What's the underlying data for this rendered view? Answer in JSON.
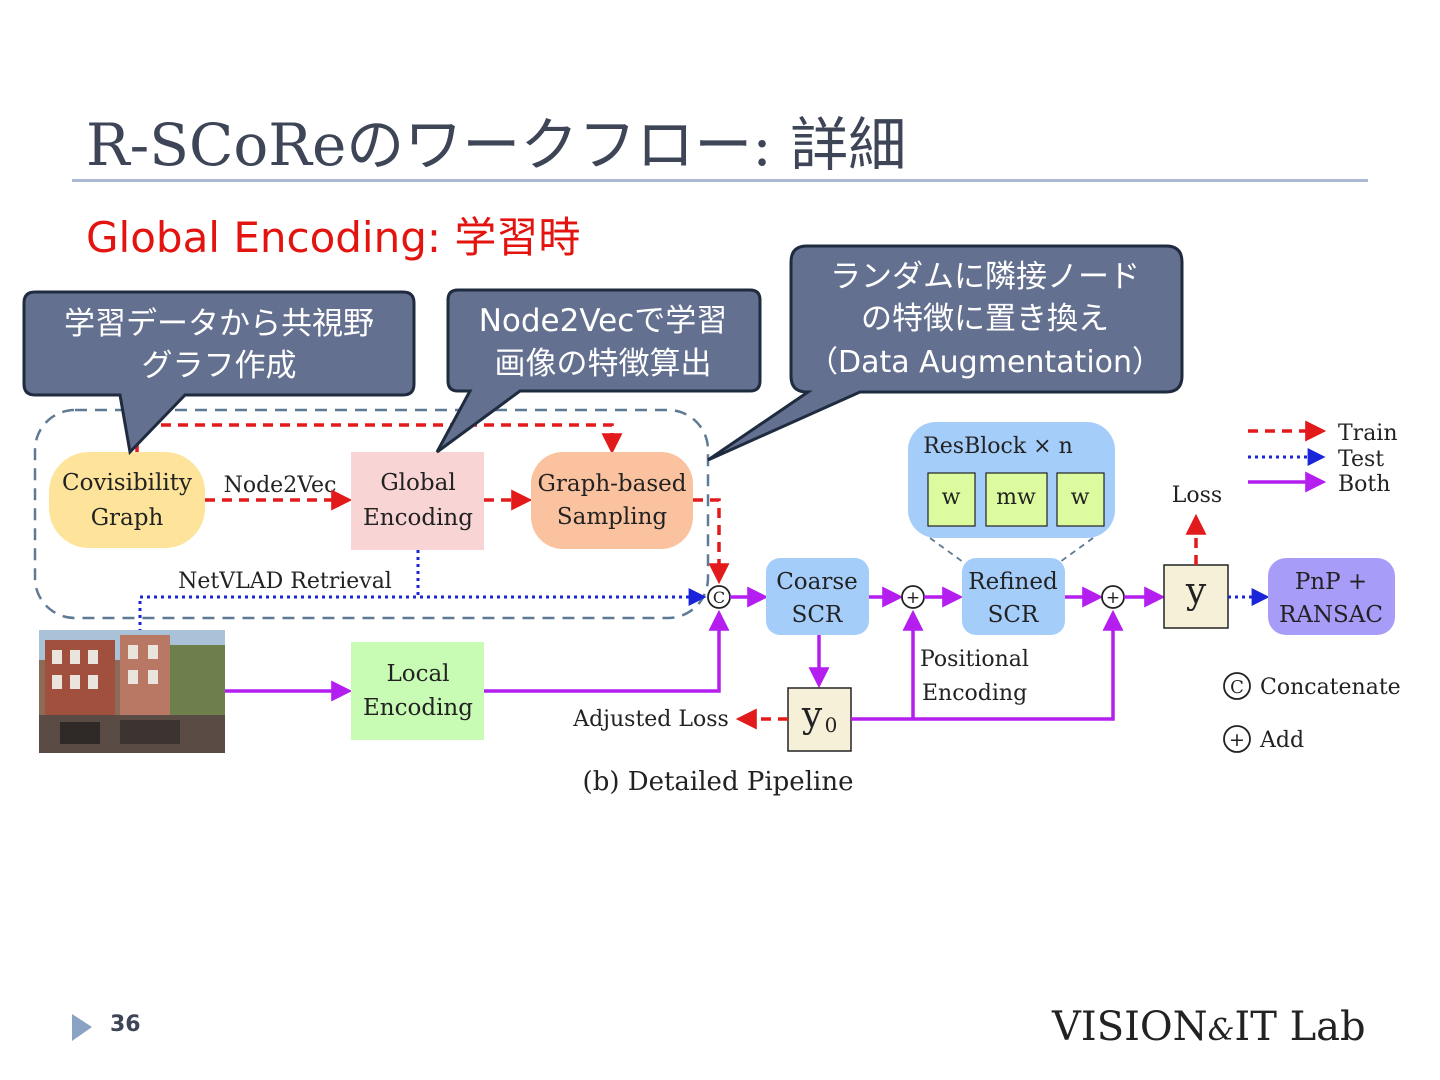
{
  "slide": {
    "title": "R-SCoReのワークフロー: 詳細",
    "subtitle": "Global Encoding: 学習時",
    "page_number": "36",
    "logo_left": "VISION",
    "logo_amp": "&",
    "logo_right": "IT Lab"
  },
  "callouts": {
    "c1_line1": "学習データから共視野",
    "c1_line2": "グラフ作成",
    "c2_line1": "Node2Vecで学習",
    "c2_line2": "画像の特徴算出",
    "c3_line1": "ランダムに隣接ノード",
    "c3_line2": "の特徴に置き換え",
    "c3_line3": "（Data Augmentation）"
  },
  "diagram": {
    "covis_line1": "Covisibility",
    "covis_line2": "Graph",
    "node2vec": "Node2Vec",
    "global_line1": "Global",
    "global_line2": "Encoding",
    "graph_line1": "Graph-based",
    "graph_line2": "Sampling",
    "netvlad": "NetVLAD Retrieval",
    "local_line1": "Local",
    "local_line2": "Encoding",
    "coarse_line1": "Coarse",
    "coarse_line2": "SCR",
    "refined_line1": "Refined",
    "refined_line2": "SCR",
    "resblock": "ResBlock × n",
    "w1": "w",
    "mw": "mw",
    "w2": "w",
    "positional_line1": "Positional",
    "positional_line2": "Encoding",
    "y0": "y",
    "y0_sub": "0",
    "adjusted_loss": "Adjusted Loss",
    "y": "y",
    "loss": "Loss",
    "pnp_line1": "PnP +",
    "pnp_line2": "RANSAC",
    "concat_symbol": "C",
    "add_symbol": "+",
    "caption": "(b) Detailed Pipeline"
  },
  "legend": {
    "train": "Train",
    "test": "Test",
    "both": "Both",
    "concatenate": "Concatenate",
    "add": "Add"
  },
  "colors": {
    "train": "#e31a1c",
    "test": "#1a24d9",
    "both": "#b41ff0",
    "callout_fill": "#64708f",
    "title_text": "#3d4556",
    "subtitle_text": "#e3140f"
  }
}
